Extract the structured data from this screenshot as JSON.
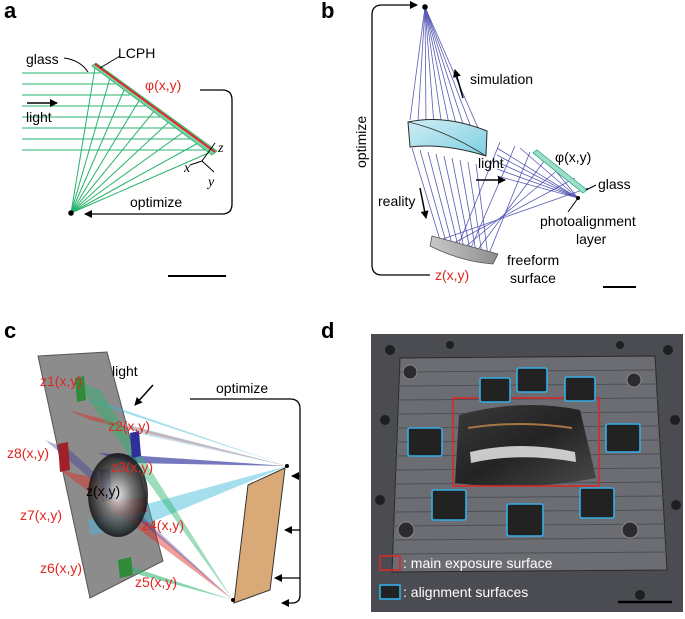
{
  "panel_a": {
    "letter": "a",
    "glass": "glass",
    "lcph": "LCPH",
    "phi": "φ(x,y)",
    "light": "light",
    "optimize": "optimize",
    "axis_x": "x",
    "axis_y": "y",
    "axis_z": "z"
  },
  "panel_b": {
    "letter": "b",
    "simulation": "simulation",
    "optimize": "optimize",
    "light": "light",
    "phi": "φ(x,y)",
    "glass": "glass",
    "reality": "reality",
    "photoalignment_1": "photoalignment",
    "photoalignment_2": "layer",
    "freeform_1": "freeform",
    "freeform_2": "surface",
    "z": "z(x,y)"
  },
  "panel_c": {
    "letter": "c",
    "light": "light",
    "optimize": "optimize",
    "z_center": "z(x,y)",
    "z1": "z1(x,y)",
    "z2": "z2(x,y)",
    "z3": "z3(x,y)",
    "z4": "z4(x,y)",
    "z5": "z5(x,y)",
    "z6": "z6(x,y)",
    "z7": "z7(x,y)",
    "z8": "z8(x,y)"
  },
  "panel_d": {
    "letter": "d",
    "legend_main": ": main exposure surface",
    "legend_align": ": alignment surfaces"
  },
  "colors": {
    "red_label": "#e0261f",
    "green_rays": "#27b36b",
    "blue_rays": "#3b3fa8",
    "cyan_box": "#35aee6"
  }
}
